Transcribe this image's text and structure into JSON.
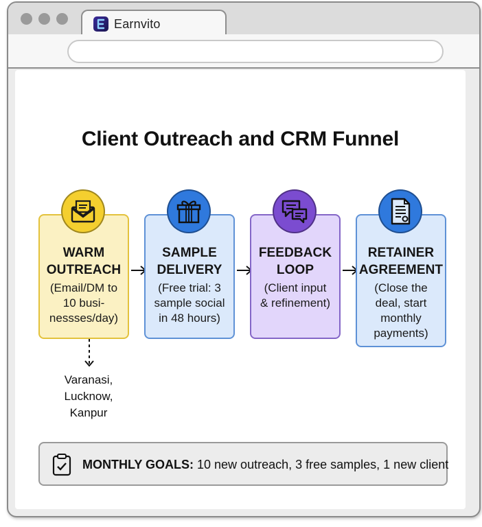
{
  "browser": {
    "tab_title": "Earnvito",
    "address_value": ""
  },
  "page": {
    "title": "Client Outreach and CRM Funnel"
  },
  "steps": [
    {
      "head_line1": "WARM",
      "head_line2": "OUTREACH",
      "desc": [
        "(Email/DM to",
        "10 busi-",
        "nessses/day)"
      ],
      "icon": "envelope-icon",
      "fill": "#fbf1c3",
      "border": "#e3c23c",
      "circle": "#f4cf2f"
    },
    {
      "head_line1": "SAMPLE",
      "head_line2": "DELIVERY",
      "desc": [
        "(Free trial: 3",
        "sample social",
        "in 48 hours)"
      ],
      "icon": "gift-icon",
      "fill": "#dbe9fb",
      "border": "#5e91d6",
      "circle": "#2f79dd"
    },
    {
      "head_line1": "FEEDBACK",
      "head_line2": "LOOP",
      "desc": [
        "(Client input",
        "& refinement)"
      ],
      "icon": "chat-bubbles-icon",
      "fill": "#e2d6fb",
      "border": "#8466c7",
      "circle": "#7b4cd0"
    },
    {
      "head_line1": "RETAINER",
      "head_line2": "AGREEMENT",
      "desc": [
        "(Close the",
        "deal, start",
        "monthly",
        "payments)"
      ],
      "icon": "contract-document-icon",
      "fill": "#dbe9fb",
      "border": "#5e91d6",
      "circle": "#2f79dd"
    }
  ],
  "locations": [
    "Varanasi,",
    "Lucknow,",
    "Kanpur"
  ],
  "goals": {
    "label": "MONTHLY GOALS:",
    "text": " 10 new outreach, 3 free samples, 1 new client"
  }
}
